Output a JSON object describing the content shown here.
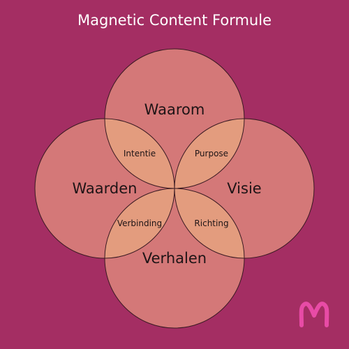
{
  "title": "Magnetic Content Formule",
  "colors": {
    "background": "#A42E63",
    "circle_fill": "#D47878",
    "overlap_fill": "#E39C7E",
    "outline": "#3A1A22",
    "title_text": "#FFFFFF",
    "label_text": "#1E1416",
    "logo": "#E84BA6"
  },
  "circles": {
    "top": "Waarom",
    "left": "Waarden",
    "right": "Visie",
    "bottom": "Verhalen"
  },
  "overlaps": {
    "top_left": "Intentie",
    "top_right": "Purpose",
    "bottom_left": "Verbinding",
    "bottom_right": "Richting"
  },
  "logo": {
    "icon": "m-monogram-logo"
  }
}
